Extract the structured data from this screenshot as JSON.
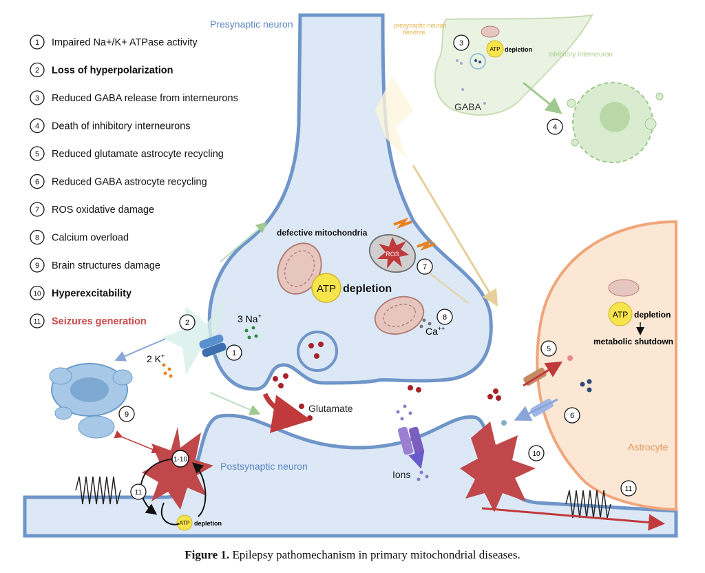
{
  "legend": [
    {
      "num": "1",
      "text": "Impaired Na+/K+ ATPase activity",
      "bold": false,
      "color": "#111111"
    },
    {
      "num": "2",
      "text": "Loss of hyperpolarization",
      "bold": true,
      "color": "#111111"
    },
    {
      "num": "3",
      "text": "Reduced GABA release from interneurons",
      "bold": false,
      "color": "#111111"
    },
    {
      "num": "4",
      "text": "Death of inhibitory interneurons",
      "bold": false,
      "color": "#111111"
    },
    {
      "num": "5",
      "text": "Reduced glutamate astrocyte recycling",
      "bold": false,
      "color": "#111111"
    },
    {
      "num": "6",
      "text": "Reduced GABA astrocyte recycling",
      "bold": false,
      "color": "#111111"
    },
    {
      "num": "7",
      "text": "ROS oxidative damage",
      "bold": false,
      "color": "#111111"
    },
    {
      "num": "8",
      "text": "Calcium overload",
      "bold": false,
      "color": "#111111"
    },
    {
      "num": "9",
      "text": "Brain structures damage",
      "bold": false,
      "color": "#111111"
    },
    {
      "num": "10",
      "text": "Hyperexcitability",
      "bold": true,
      "color": "#111111"
    },
    {
      "num": "11",
      "text": "Seizures generation",
      "bold": true,
      "color": "#c94a4a"
    }
  ],
  "labels": {
    "presynaptic": "Presynaptic neuron",
    "presynaptic_dendrite_line1": "presynaptic neuron",
    "presynaptic_dendrite_line2": "dendrite",
    "inhibitory": "Inhibitory interneuron",
    "gaba": "GABA",
    "defective_mito": "defective mitochondria",
    "atp": "ATP",
    "depletion": "depletion",
    "na": "3 Na",
    "na_sup": "+",
    "k": "2 K",
    "k_sup": "+",
    "ca": "Ca",
    "ca_sup": "++",
    "glutamate": "Glutamate",
    "ions": "Ions",
    "postsynaptic": "Postsynaptic neuron",
    "astrocyte": "Astrocyte",
    "metabolic_shutdown": "metabolic shutdown",
    "ros": "ROS",
    "cycle_label": "1-10"
  },
  "callouts": [
    "1",
    "2",
    "3",
    "4",
    "5",
    "6",
    "7",
    "8",
    "9",
    "10",
    "11",
    "11"
  ],
  "caption": {
    "label": "Figure 1.",
    "text": " Epilepsy pathomechanism in primary mitochondrial diseases."
  },
  "colors": {
    "neuron_fill": "#dce8f6",
    "neuron_stroke": "#6f95c9",
    "astro_fill": "#fbe7d3",
    "astro_stroke": "#f0a57a",
    "interneuron_fill": "#eaf3e2",
    "red_accent": "#c0393b",
    "atp_yellow": "#f8e44b"
  }
}
